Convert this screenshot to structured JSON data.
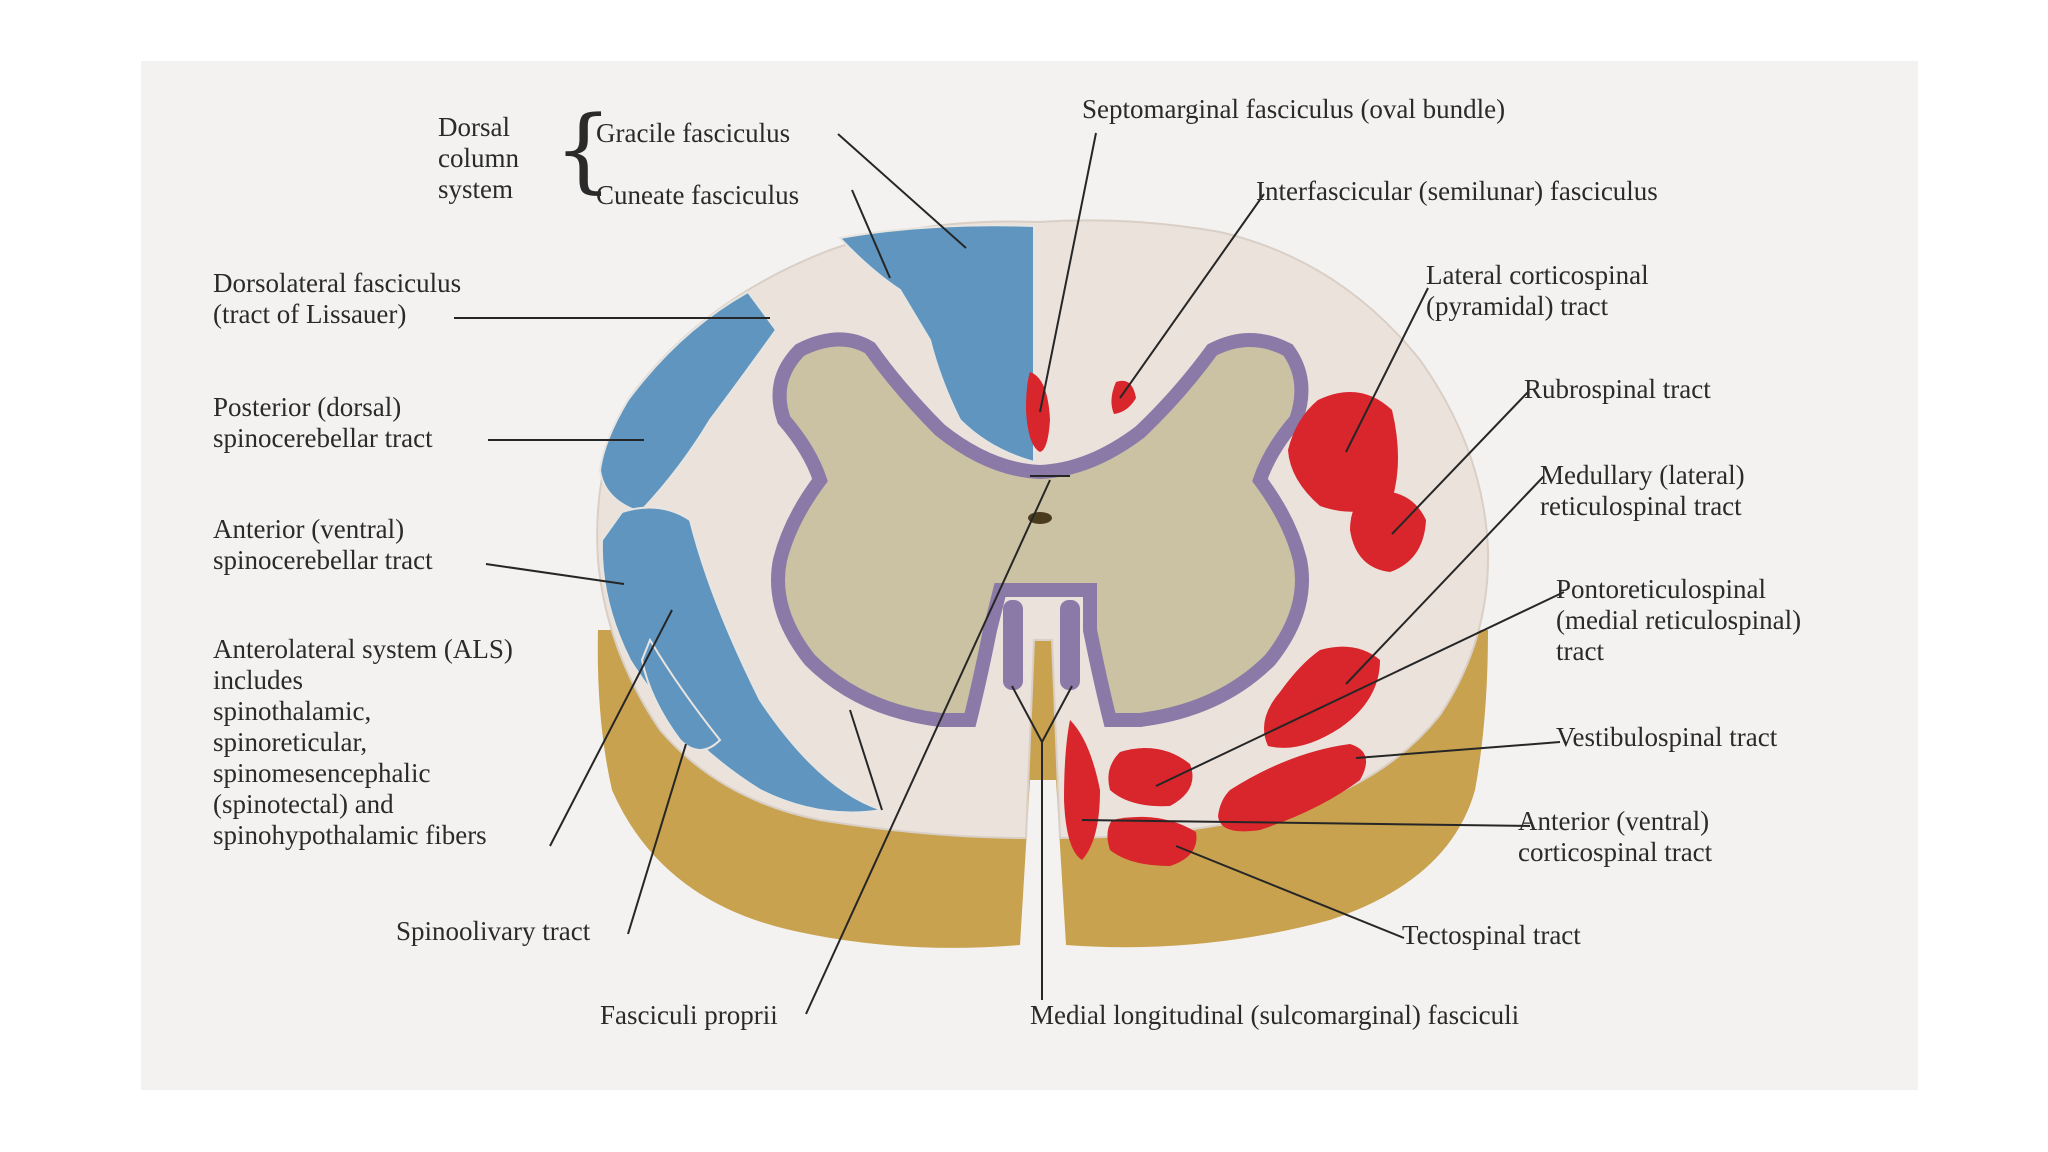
{
  "diagram": {
    "colors": {
      "background": "#f3f2f1",
      "white_matter": "#ebe2dc",
      "gray_matter": "#cbc2a4",
      "gray_outline": "#8b7aa8",
      "ascending_blue": "#5f95bf",
      "descending_red": "#d9252c",
      "rim_gold": "#c8a24e"
    },
    "labels": {
      "dorsal_column_system": "Dorsal\ncolumn\nsystem",
      "gracile": "Gracile fasciculus",
      "cuneate": "Cuneate fasciculus",
      "septomarginal": "Septomarginal fasciculus (oval bundle)",
      "interfascicular": "Interfascicular (semilunar) fasciculus",
      "dorsolateral": "Dorsolateral fasciculus\n(tract of Lissauer)",
      "lateral_corticospinal": "Lateral corticospinal\n(pyramidal) tract",
      "posterior_spinocerebellar": "Posterior (dorsal)\nspinocerebellar tract",
      "rubrospinal": "Rubrospinal tract",
      "medullary_reticulospinal": "Medullary (lateral)\nreticulospinal tract",
      "anterior_spinocerebellar": "Anterior (ventral)\nspinocerebellar tract",
      "pontoreticulospinal": "Pontoreticulospinal\n(medial reticulospinal)\ntract",
      "anterolateral_system": "Anterolateral system (ALS)\nincludes\nspinothalamic,\nspinoreticular,\nspinomesencephalic\n(spinotectal) and\nspinohypothalamic fibers",
      "vestibulospinal": "Vestibulospinal tract",
      "anterior_corticospinal": "Anterior (ventral)\ncorticospinal tract",
      "spinoolivary": "Spinoolivary tract",
      "tectospinal": "Tectospinal tract",
      "fasciculi_proprii": "Fasciculi proprii",
      "medial_longitudinal": "Medial longitudinal (sulcomarginal) fasciculi"
    }
  }
}
